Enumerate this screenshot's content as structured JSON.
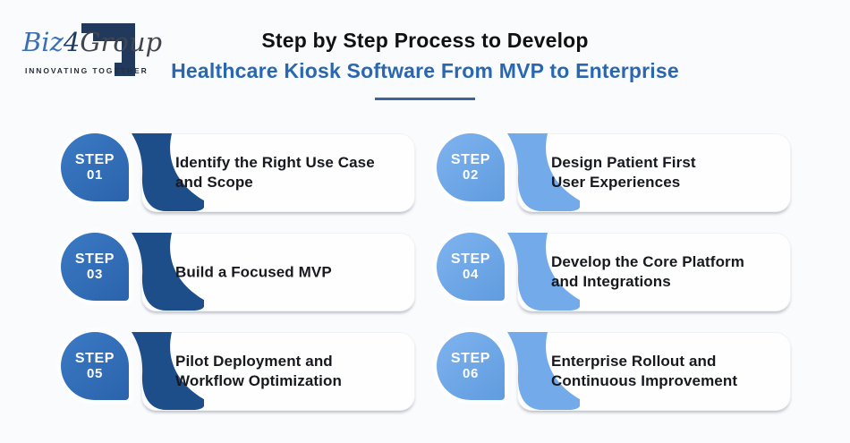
{
  "logo": {
    "brand_part1": "Biz",
    "brand_part2": "4",
    "brand_part3": "Group",
    "tagline": "INNOVATING TOGETHER"
  },
  "header": {
    "title_line1": "Step by Step Process to Develop",
    "title_line2": "Healthcare Kiosk Software From MVP to Enterprise",
    "title_line2_color": "#2a67b1",
    "rule_color": "#3c639a"
  },
  "themes": {
    "dark": {
      "badge_top": "#3c7ac5",
      "badge_bottom": "#2a63ab",
      "ribbon": "#1d4e8a"
    },
    "light": {
      "badge_top": "#7fb3ee",
      "badge_bottom": "#609cdf",
      "ribbon": "#73aaea"
    }
  },
  "steps": [
    {
      "label": "STEP",
      "number": "01",
      "theme": "dark",
      "text": "Identify the Right Use Case\nand Scope"
    },
    {
      "label": "STEP",
      "number": "02",
      "theme": "light",
      "text": "Design Patient First\nUser Experiences"
    },
    {
      "label": "STEP",
      "number": "03",
      "theme": "dark",
      "text": "Build a Focused MVP"
    },
    {
      "label": "STEP",
      "number": "04",
      "theme": "light",
      "text": "Develop the Core Platform\nand Integrations"
    },
    {
      "label": "STEP",
      "number": "05",
      "theme": "dark",
      "text": "Pilot Deployment and\nWorkflow Optimization"
    },
    {
      "label": "STEP",
      "number": "06",
      "theme": "light",
      "text": "Enterprise Rollout and\nContinuous Improvement"
    }
  ]
}
